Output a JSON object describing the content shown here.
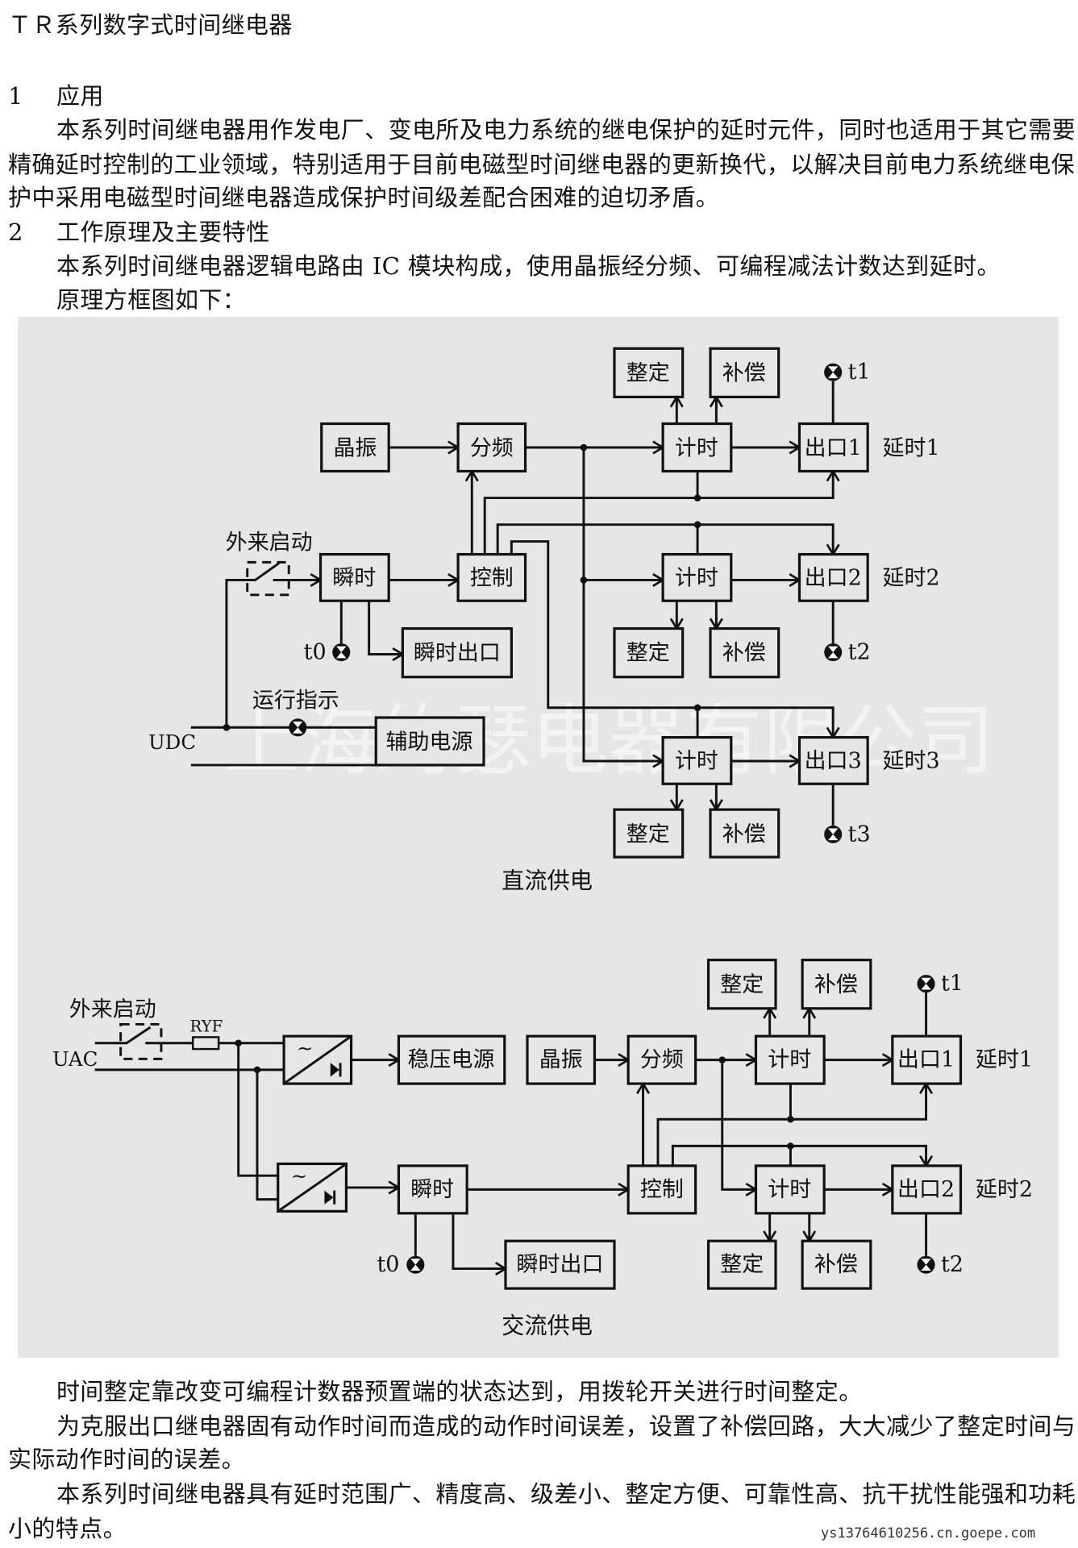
{
  "title": "ＴＲ系列数字式时间继电器",
  "section1": {
    "num": "1",
    "heading": "应用",
    "lines": [
      "本系列时间继电器用作发电厂、变电所及电力系统的继电保护的延时元件，同时也适用于其它需要",
      "精确延时控制的工业领域，特别适用于目前电磁型时间继电器的更新换代，以解决目前电力系统继电保",
      "护中采用电磁型时间继电器造成保护时间级差配合困难的迫切矛盾。"
    ]
  },
  "section2": {
    "num": "2",
    "heading": "工作原理及主要特性",
    "lines": [
      "本系列时间继电器逻辑电路由 IC 模块构成，使用晶振经分频、可编程减法计数达到延时。",
      "原理方框图如下："
    ]
  },
  "diagram": {
    "watermark": "上海约瑟电器有限公司",
    "dc": {
      "caption": "直流供电",
      "external_start": "外来启动",
      "run_indicator": "运行指示",
      "supply": "UDC",
      "aux_power": "辅助电源",
      "crystal": "晶振",
      "divider": "分频",
      "control": "控制",
      "instant": "瞬时",
      "instant_out": "瞬时出口",
      "t0": "t0",
      "channels": [
        {
          "timer": "计时",
          "output": "出口1",
          "delay": "延时1",
          "setting": "整定",
          "comp": "补偿",
          "lamp": "t1"
        },
        {
          "timer": "计时",
          "output": "出口2",
          "delay": "延时2",
          "setting": "整定",
          "comp": "补偿",
          "lamp": "t2"
        },
        {
          "timer": "计时",
          "output": "出口3",
          "delay": "延时3",
          "setting": "整定",
          "comp": "补偿",
          "lamp": "t3"
        }
      ]
    },
    "ac": {
      "caption": "交流供电",
      "external_start": "外来启动",
      "resistor": "RYF",
      "supply": "UAC",
      "regulated_power": "稳压电源",
      "crystal": "晶振",
      "divider": "分频",
      "control": "控制",
      "instant": "瞬时",
      "instant_out": "瞬时出口",
      "t0": "t0",
      "channels": [
        {
          "timer": "计时",
          "output": "出口1",
          "delay": "延时1",
          "setting": "整定",
          "comp": "补偿",
          "lamp": "t1"
        },
        {
          "timer": "计时",
          "output": "出口2",
          "delay": "延时2",
          "setting": "整定",
          "comp": "补偿",
          "lamp": "t2"
        }
      ]
    }
  },
  "after": {
    "lines": [
      "时间整定靠改变可编程计数器预置端的状态达到，用拨轮开关进行时间整定。",
      "为克服出口继电器固有动作时间而造成的动作时间误差，设置了补偿回路，大大减少了整定时间与",
      "实际动作时间的误差。",
      "本系列时间继电器具有延时范围广、精度高、级差小、整定方便、可靠性高、抗干扰性能强和功耗",
      "小的特点。"
    ]
  },
  "footer": "ys13764610256.cn.goepe.com"
}
